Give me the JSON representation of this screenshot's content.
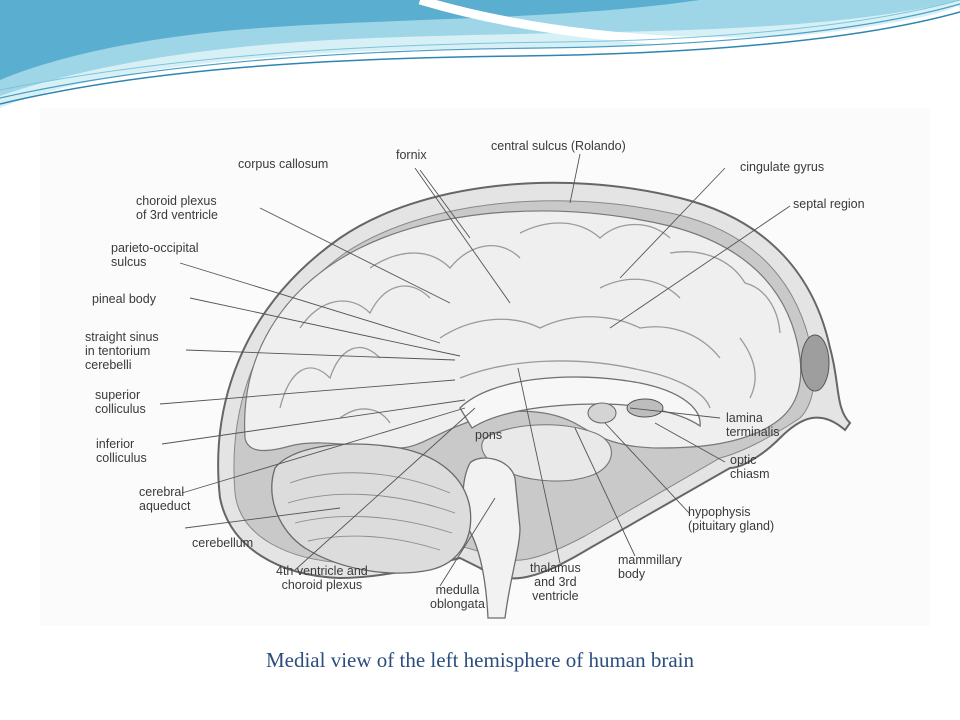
{
  "caption": "Medial view of the left hemisphere of human brain",
  "theme": {
    "wave_light": "#bfe7f1",
    "wave_mid": "#7cc4dc",
    "wave_dark": "#3c8fb7",
    "caption_color": "#2a4d7e"
  },
  "labels": {
    "fornix": "fornix",
    "central_sulcus": "central sulcus (Rolando)",
    "corpus_callosum": "corpus callosum",
    "cingulate_gyrus": "cingulate gyrus",
    "choroid_plexus_3rd": "choroid plexus\nof 3rd ventricle",
    "septal_region": "septal region",
    "parieto_occipital": "parieto-occipital\nsulcus",
    "pineal_body": "pineal body",
    "straight_sinus": "straight sinus\nin tentorium\ncerebelli",
    "superior_colliculus": "superior\ncolliculus",
    "lamina_terminalis": "lamina\nterminalis",
    "inferior_colliculus": "inferior\ncolliculus",
    "optic_chiasm": "optic\nchiasm",
    "pons": "pons",
    "cerebral_aqueduct": "cerebral\naqueduct",
    "hypophysis": "hypophysis\n(pituitary gland)",
    "cerebellum": "cerebellum",
    "mammillary_body": "mammillary\nbody",
    "fourth_ventricle": "4th ventricle and\nchoroid plexus",
    "thalamus": "thalamus\nand 3rd\nventricle",
    "medulla": "medulla\noblongata"
  }
}
